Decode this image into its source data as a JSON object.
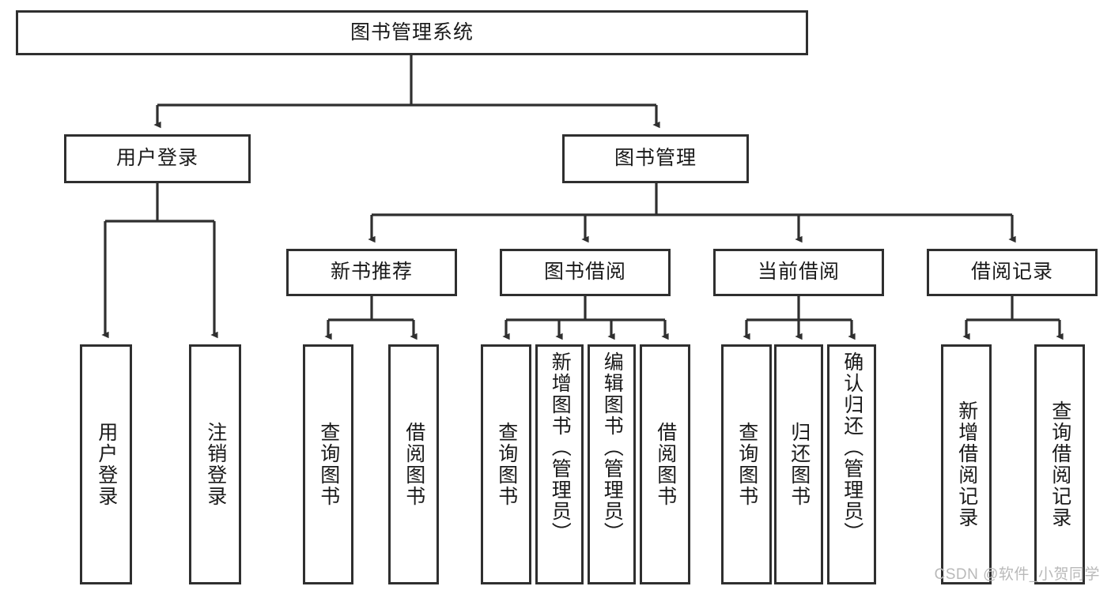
{
  "diagram": {
    "type": "tree-hierarchy",
    "title": "图书管理系统",
    "watermark": "CSDN @软件_小贺同学",
    "colors": {
      "box_border": "#2f2f2f",
      "box_fill": "#ffffff",
      "connector": "#2f2f2f",
      "text": "#1a1a1a",
      "background": "#ffffff",
      "watermark": "#b9b9b9"
    },
    "levels": {
      "root": {
        "label": "图书管理系统"
      },
      "level2": [
        {
          "label": "用户登录"
        },
        {
          "label": "图书管理"
        }
      ],
      "level3": [
        {
          "label": "新书推荐"
        },
        {
          "label": "图书借阅"
        },
        {
          "label": "当前借阅"
        },
        {
          "label": "借阅记录"
        }
      ],
      "leaves": {
        "user_login": [
          {
            "label": "用户登录"
          },
          {
            "label": "注销登录"
          }
        ],
        "new_book_recommend": [
          {
            "label": "查询图书"
          },
          {
            "label": "借阅图书"
          }
        ],
        "book_borrow": [
          {
            "label": "查询图书"
          },
          {
            "label": "新增图书（管理员）"
          },
          {
            "label": "编辑图书（管理员）"
          },
          {
            "label": "借阅图书"
          }
        ],
        "current_borrow": [
          {
            "label": "查询图书"
          },
          {
            "label": "归还图书"
          },
          {
            "label": "确认归还（管理员）"
          }
        ],
        "borrow_record": [
          {
            "label": "新增借阅记录"
          },
          {
            "label": "查询借阅记录"
          }
        ]
      }
    }
  }
}
